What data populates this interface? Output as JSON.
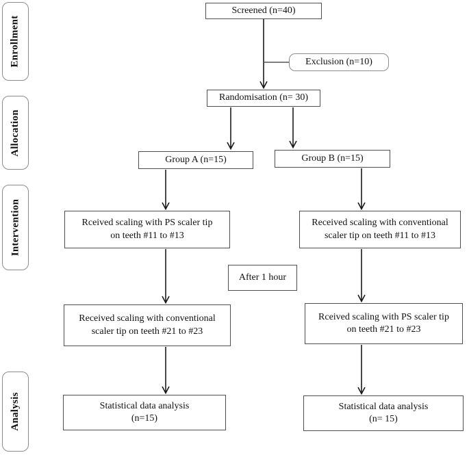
{
  "diagram": {
    "stage_labels": [
      {
        "id": "enrollment",
        "label": "Enrollment"
      },
      {
        "id": "allocation",
        "label": "Allocation"
      },
      {
        "id": "intervention",
        "label": "Intervention"
      },
      {
        "id": "analysis",
        "label": "Analysis"
      }
    ],
    "nodes": {
      "screened": "Screened (n=40)",
      "exclusion": "Exclusion (n=10)",
      "randomisation": "Randomisation (n= 30)",
      "group_a": "Group A (n=15)",
      "group_b": "Group B (n=15)",
      "intervention_a1": "Rceived scaling with PS scaler tip\non teeth #11 to #13",
      "intervention_b1": "Received scaling with conventional\nscaler tip on teeth #11 to #13",
      "after_interval": "After 1 hour",
      "intervention_a2": "Received scaling with conventional\nscaler tip on teeth #21 to #23",
      "intervention_b2": "Rceived scaling with PS scaler tip\non teeth #21 to #23",
      "analysis_a": "Statistical data analysis\n(n=15)",
      "analysis_b": "Statistical data analysis\n(n= 15)"
    },
    "colors": {
      "line": "#1a1a1a",
      "box_border": "#4d4d4d",
      "rounded_border": "#8c8c8c",
      "background": "#ffffff"
    }
  }
}
